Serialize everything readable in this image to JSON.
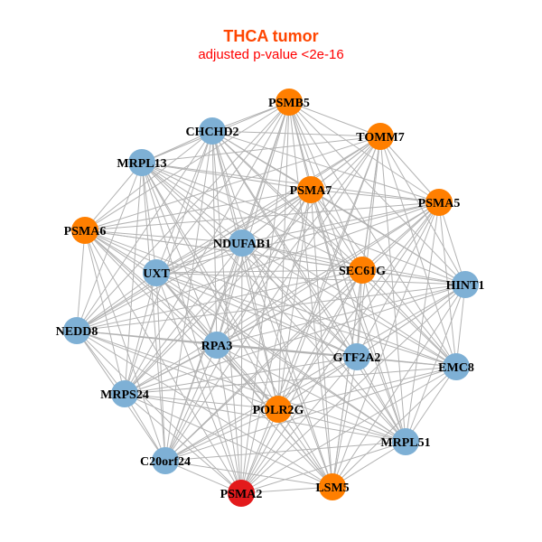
{
  "title": "THCA tumor",
  "subtitle": "adjusted p-value <2e-16",
  "colors": {
    "title": "#ff4500",
    "subtitle": "#ff0000",
    "edge": "#b3b3b3",
    "orange": "#ff7f00",
    "blue": "#7eb0d5",
    "red": "#e31a1c"
  },
  "nodes": [
    {
      "id": "PSMB5",
      "color": "orange"
    },
    {
      "id": "TOMM7",
      "color": "orange"
    },
    {
      "id": "CHCHD2",
      "color": "blue"
    },
    {
      "id": "MRPL13",
      "color": "blue"
    },
    {
      "id": "PSMA7",
      "color": "orange"
    },
    {
      "id": "PSMA5",
      "color": "orange"
    },
    {
      "id": "PSMA6",
      "color": "orange"
    },
    {
      "id": "NDUFAB1",
      "color": "blue"
    },
    {
      "id": "UXT",
      "color": "blue"
    },
    {
      "id": "SEC61G",
      "color": "orange"
    },
    {
      "id": "HINT1",
      "color": "blue"
    },
    {
      "id": "NEDD8",
      "color": "blue"
    },
    {
      "id": "RPA3",
      "color": "blue"
    },
    {
      "id": "GTF2A2",
      "color": "blue"
    },
    {
      "id": "EMC8",
      "color": "blue"
    },
    {
      "id": "MRPS24",
      "color": "blue"
    },
    {
      "id": "POLR2G",
      "color": "orange"
    },
    {
      "id": "MRPL51",
      "color": "blue"
    },
    {
      "id": "C20orf24",
      "color": "blue"
    },
    {
      "id": "LSM5",
      "color": "orange"
    },
    {
      "id": "PSMA2",
      "color": "red"
    }
  ],
  "edges": "all-pairs"
}
